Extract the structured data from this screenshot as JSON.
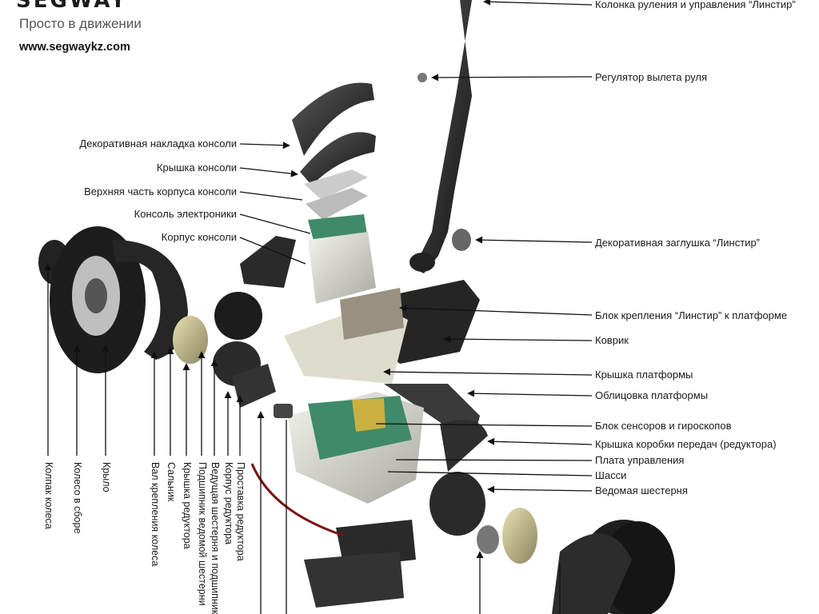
{
  "header": {
    "brand": "SEGWAY",
    "slogan": "Просто в движении",
    "website": "www.segwaykz.com"
  },
  "labels_right": [
    "Колонка руления и управления “Линстир”",
    "Регулятор вылета руля",
    "Декоративная заглушка “Линстир”",
    "Блок крепления “Линстир” к платформе",
    "Коврик",
    "Крышка платформы",
    "Облицовка платформы",
    "Блок сенсоров и гироскопов",
    "Крышка коробки передач (редуктора)",
    "Плата управления",
    "Шасси",
    "Ведомая шестерня"
  ],
  "labels_left": [
    "Декоративная накладка консоли",
    "Крышка консоли",
    "Верхняя часть корпуса консоли",
    "Консоль электроники",
    "Корпус консоли"
  ],
  "labels_vertical": [
    "Колпак колеса",
    "Колесо в сборе",
    "Крыло",
    "Вал крепления колеса",
    "Сальник",
    "Крышка редуктора",
    "Подшипник ведомой шестерни",
    "Ведущая шестерня и подшипник",
    "Корпус редуктора",
    "Проставка редуктора"
  ],
  "colors": {
    "part_dark": "#1e1e1e",
    "part_mid": "#4a4a4a",
    "part_light": "#d8d8d0",
    "pcb": "#3f8a6a",
    "line": "#111111"
  }
}
